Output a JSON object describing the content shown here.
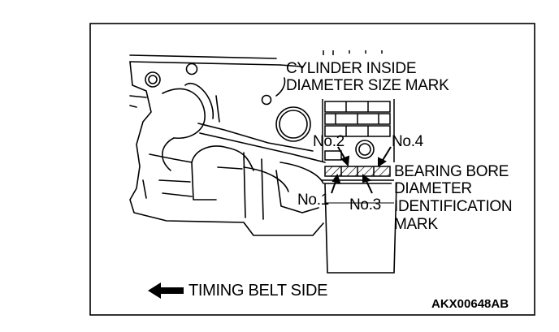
{
  "figure": {
    "callouts": {
      "size_mark": [
        "CYLINDER INSIDE",
        "DIAMETER SIZE MARK"
      ],
      "bearing_mark": [
        "BEARING BORE",
        "DIAMETER",
        "IDENTIFICATION",
        "MARK"
      ],
      "no1": "No.1",
      "no2": "No.2",
      "no3": "No.3",
      "no4": "No.4"
    },
    "direction_label": "TIMING BELT SIDE",
    "direction_icon": "arrow-left-icon",
    "figure_code": "AKX00648AB"
  }
}
